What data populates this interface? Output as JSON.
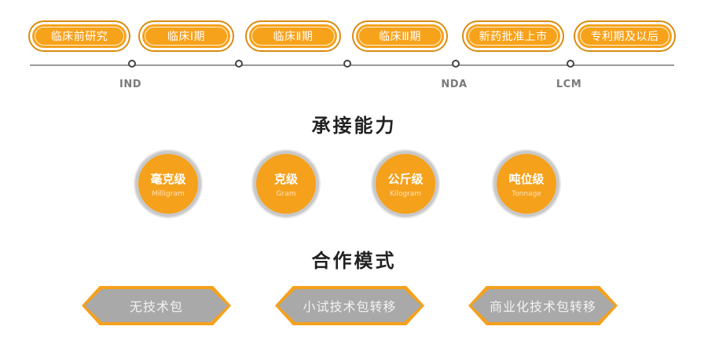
{
  "stages": [
    {
      "label": "临床前研究"
    },
    {
      "label": "临床Ⅰ期"
    },
    {
      "label": "临床Ⅱ期"
    },
    {
      "label": "临床Ⅲ期"
    },
    {
      "label": "新药批准上市"
    },
    {
      "label": "专利期及以后"
    }
  ],
  "milestones": [
    {
      "label": "IND"
    },
    {
      "label": "NDA"
    },
    {
      "label": "LCM"
    }
  ],
  "capability": {
    "title": "承接能力",
    "scales": [
      {
        "zh": "毫克级",
        "en": "Milligram"
      },
      {
        "zh": "克级",
        "en": "Gram"
      },
      {
        "zh": "公斤级",
        "en": "Kilogram"
      },
      {
        "zh": "吨位级",
        "en": "Tonnage"
      }
    ]
  },
  "cooperation": {
    "title": "合作模式",
    "modes": [
      {
        "label": "无技术包"
      },
      {
        "label": "小试技术包转移"
      },
      {
        "label": "商业化技术包转移"
      }
    ]
  },
  "colors": {
    "accent": "#f5a11c",
    "badge_fill": "#a9a9a9",
    "ring": "#c9c9c9"
  }
}
